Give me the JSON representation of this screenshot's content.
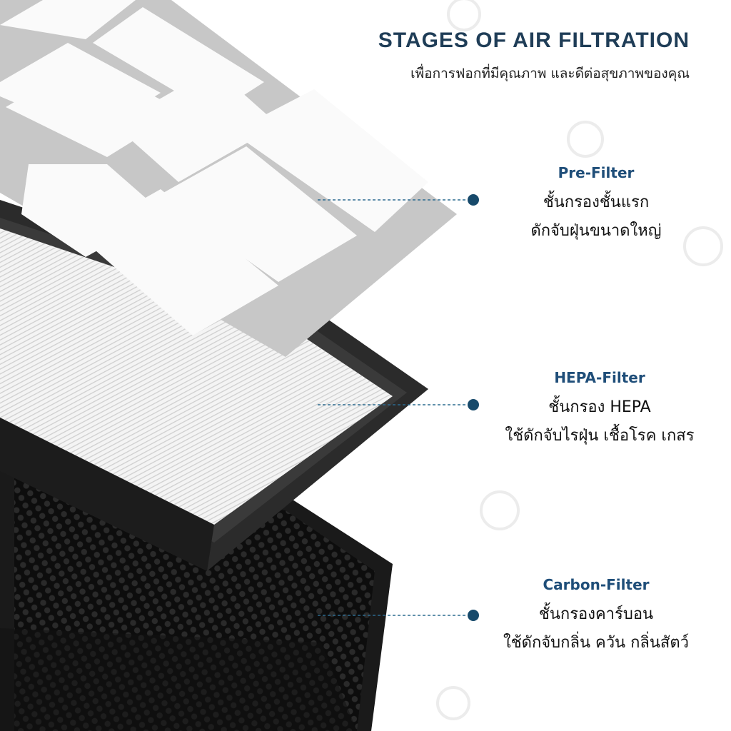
{
  "header": {
    "title": "STAGES OF AIR FILTRATION",
    "subtitle": "เพื่อการฟอกที่มีคุณภาพ และดีต่อสุขภาพของคุณ"
  },
  "stages": [
    {
      "name": "Pre-Filter",
      "line1": "ชั้นกรองชั้นแรก",
      "line2": "ดักจับฝุ่นขนาดใหญ่"
    },
    {
      "name": "HEPA-Filter",
      "line1": "ชั้นกรอง HEPA",
      "line2": "ใช้ดักจับไรฝุ่น เชื้อโรค เกสร"
    },
    {
      "name": "Carbon-Filter",
      "line1": "ชั้นกรองคาร์บอน",
      "line2": "ใช้ดักจับกลิ่น ควัน กลิ่นสัตว์"
    }
  ],
  "colors": {
    "title": "#1f3d57",
    "accent": "#1f4e79",
    "dot": "#174a6b",
    "leader": "#2c6b8f",
    "carbon": "#1b1b1b",
    "hepa_frame": "#2e2e2e",
    "prefilter_frame": "#c9c9c9"
  },
  "watermark_icon": "o2-logo-icon"
}
